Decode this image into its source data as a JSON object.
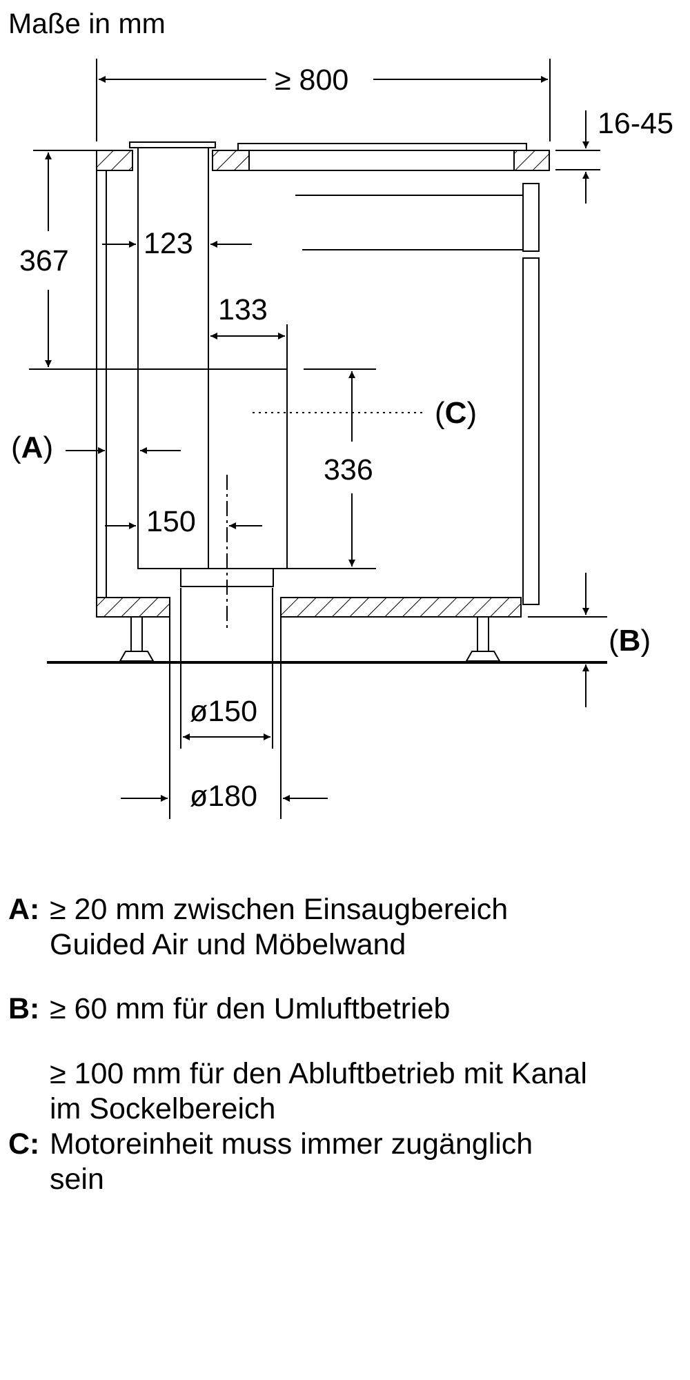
{
  "title": "Maße in mm",
  "dimensions": {
    "total_width": "≥ 800",
    "counter_thickness": "16-45",
    "height_top": "367",
    "inner_offset": "123",
    "motor_depth": "133",
    "motor_height": "336",
    "duct_offset": "150",
    "duct_inner": "ø150",
    "duct_outer": "ø180"
  },
  "refs": {
    "a": {
      "open": "(",
      "letter": "A",
      "close": ")"
    },
    "b": {
      "open": "(",
      "letter": "B",
      "close": ")"
    },
    "c": {
      "open": "(",
      "letter": "C",
      "close": ")"
    }
  },
  "legend": {
    "a_key": "A:",
    "a_line1": "≥ 20 mm zwischen Einsaugbereich",
    "a_line2": "Guided Air und Möbelwand",
    "b_key": "B:",
    "b_line1": "≥ 60 mm für den Umluftbetrieb",
    "b_line2": "≥ 100 mm für den Abluftbetrieb mit Kanal",
    "b_line3": "im Sockelbereich",
    "c_key": "C:",
    "c_line1": "Motoreinheit muss immer zugänglich",
    "c_line2": "sein"
  }
}
